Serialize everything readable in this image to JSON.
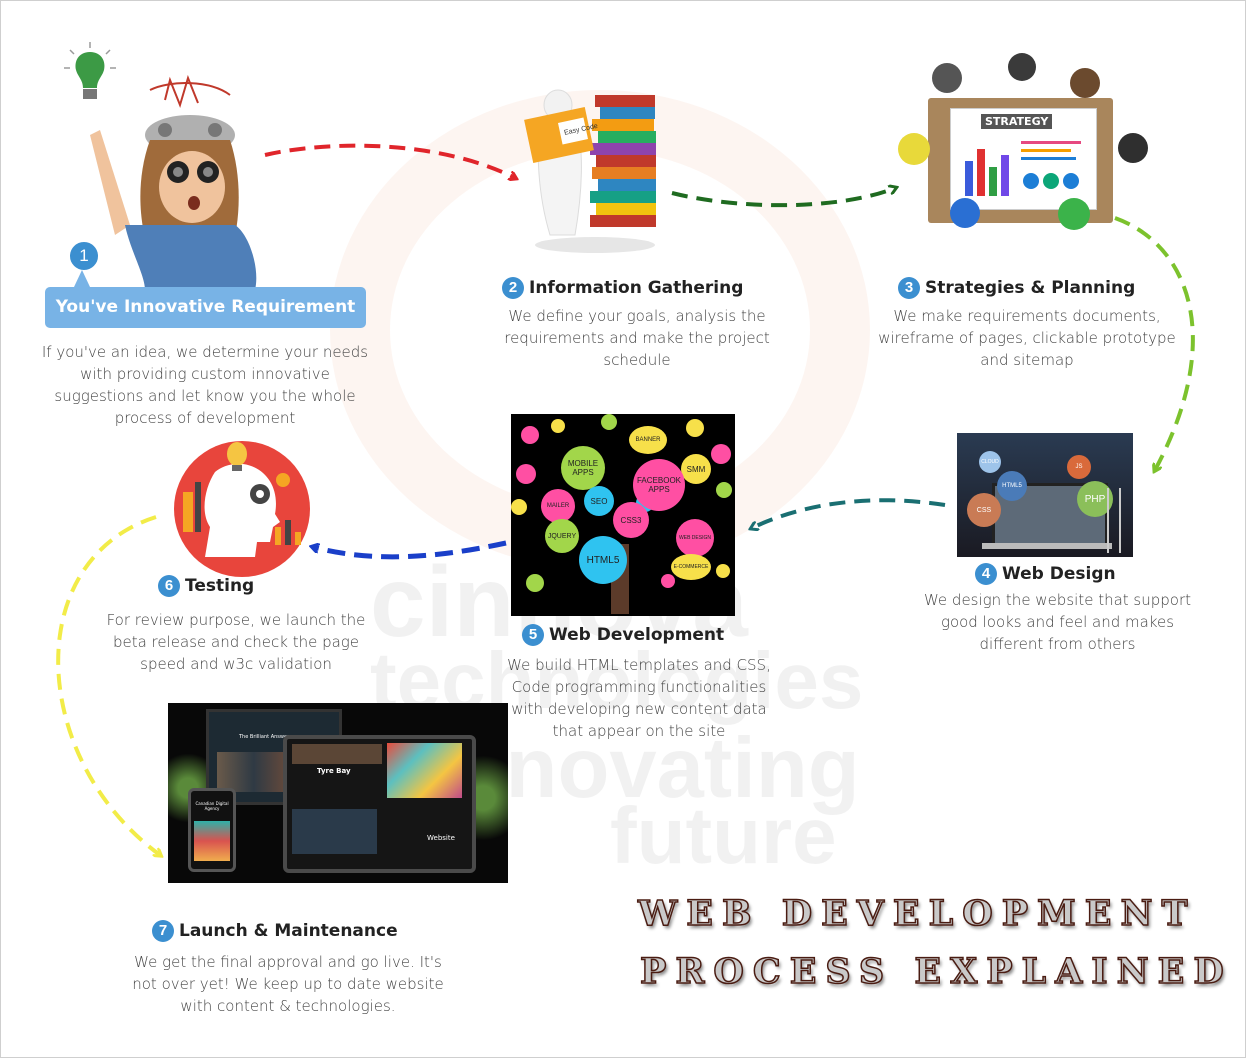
{
  "watermark": {
    "line1": "cinnova",
    "line2": "technologies",
    "line3": "innovating",
    "line4": "future"
  },
  "steps": [
    {
      "num": "1",
      "title": "You've Innovative Requirement",
      "desc": "If you've an idea, we determine your needs with providing custom innovative suggestions and let know you the whole process of development"
    },
    {
      "num": "2",
      "title": "Information Gathering",
      "desc": "We define your goals, analysis the requirements and make the project schedule"
    },
    {
      "num": "3",
      "title": "Strategies & Planning",
      "desc": "We make requirements documents, wireframe of pages, clickable prototype and sitemap"
    },
    {
      "num": "4",
      "title": "Web Design",
      "desc": "We design the website that support good looks and feel and makes different from others"
    },
    {
      "num": "5",
      "title": "Web Development",
      "desc": "We build HTML templates and CSS, Code programming functionalities with developing new content data that appear on the site"
    },
    {
      "num": "6",
      "title": "Testing",
      "desc": "For review purpose, we launch the beta release and check the page speed and w3c validation"
    },
    {
      "num": "7",
      "title": "Launch & Maintenance",
      "desc": "We get the final approval and go live.  It's not over yet! We keep up to date website with content & technologies."
    }
  ],
  "images": {
    "book_label": "Easy Code",
    "strategy_label": "STRATEGY",
    "design_tags": [
      "CLOUD",
      "HTML5",
      "CSS",
      "PHP",
      "JS"
    ],
    "dev_tree_tags": [
      "MOBILE APPS",
      "BANNER",
      "SMM",
      "FACEBOOK APPS",
      "SEO",
      "MAILER",
      "JQUERY",
      "CSS3",
      "HTML5",
      "WEB DESIGN",
      "E-COMMERCE"
    ],
    "launch_screen_text": [
      "The Brilliant Answer",
      "Tyre Bay",
      "Canadian Digital Agency",
      "Website"
    ]
  },
  "main_title": {
    "line1": "WEB DEVELOPMENT",
    "line2": "PROCESS EXPLAINED"
  },
  "colors": {
    "arrow_red": "#e0252b",
    "arrow_dark_green": "#1f6b20",
    "arrow_light_green": "#7cc22d",
    "arrow_teal": "#1a6f72",
    "arrow_blue": "#1a3fc9",
    "arrow_yellow": "#f2ec48",
    "badge_blue": "#78b3e6",
    "step_circle": "#3b8fd0"
  }
}
